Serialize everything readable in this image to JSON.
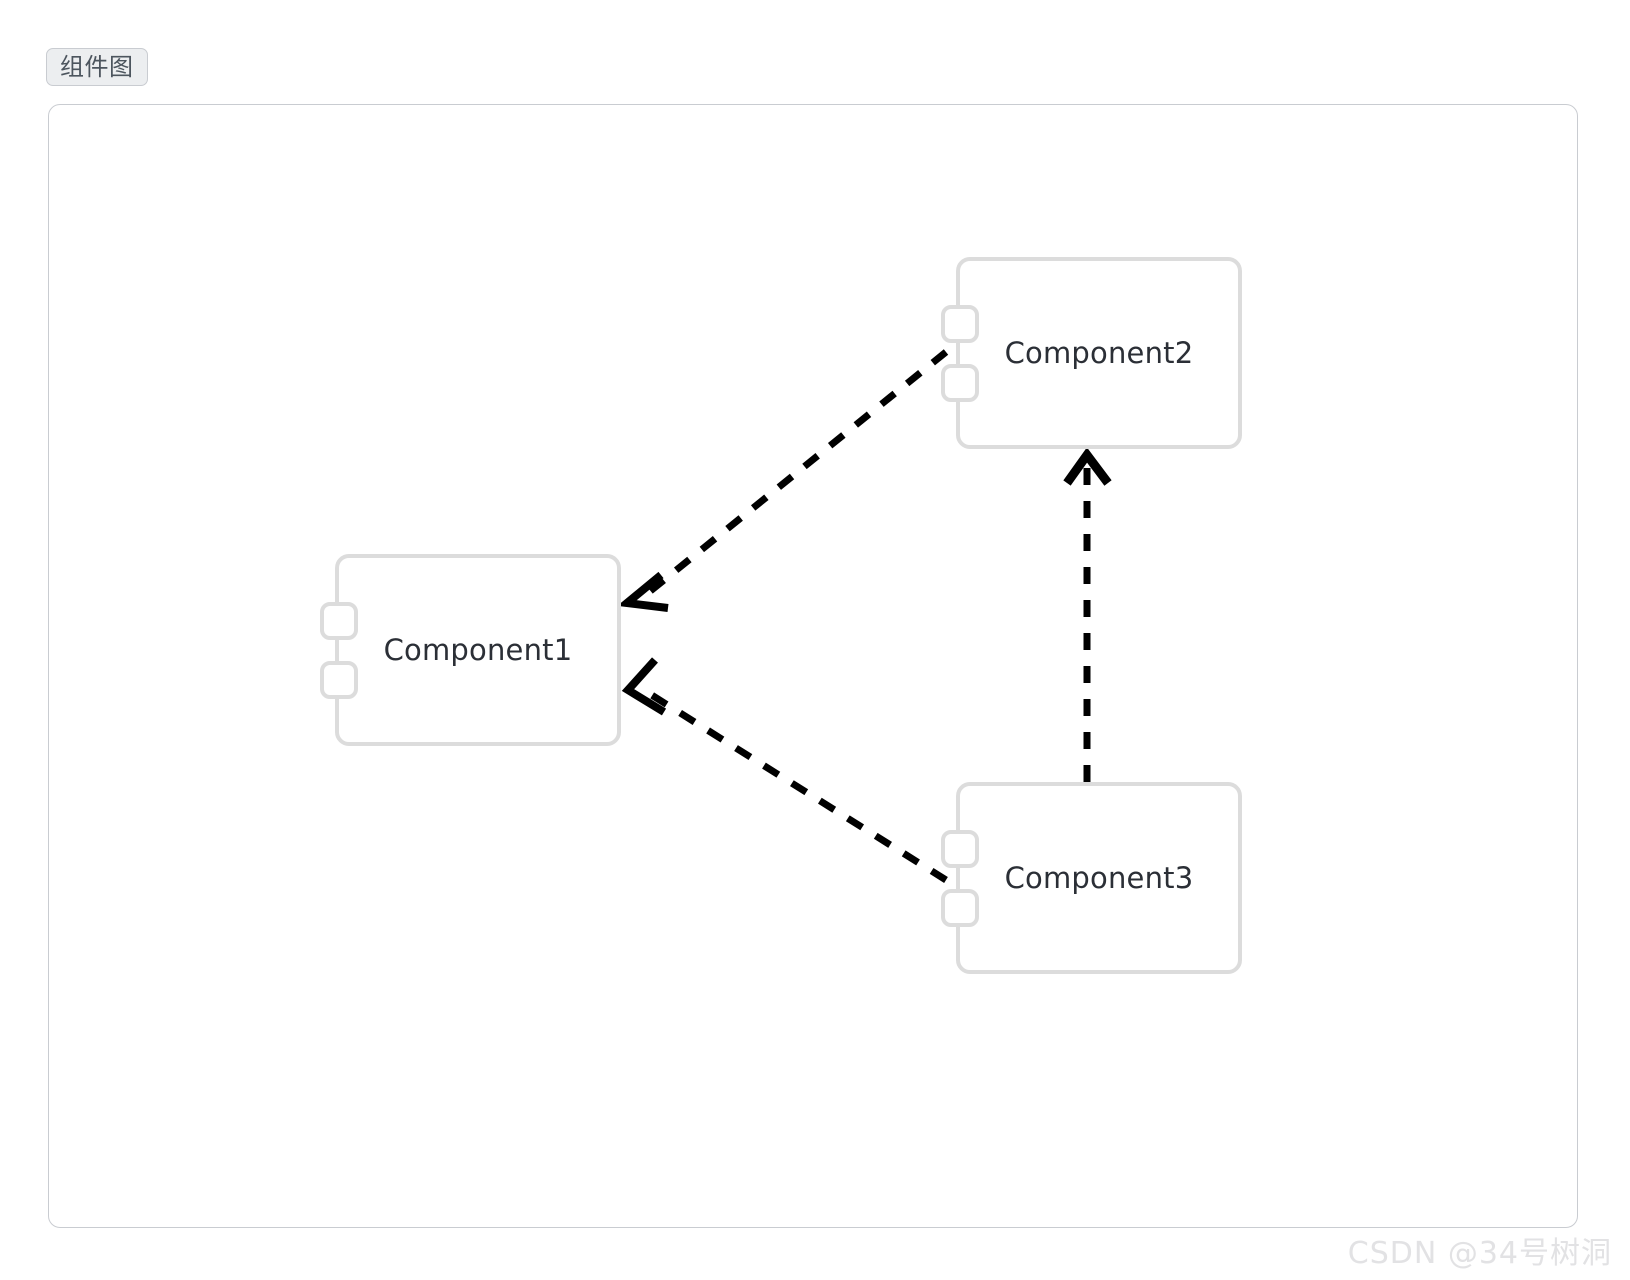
{
  "tab": {
    "label": "组件图",
    "bg_color": "#eceef0",
    "border_color": "#c9ccd1",
    "text_color": "#4c555e"
  },
  "canvas": {
    "border_color": "#c9ccd1",
    "background": "#ffffff"
  },
  "diagram": {
    "type": "uml-component-diagram",
    "node_border_color": "#dcdcdc",
    "node_label_color": "#2b2f36",
    "edge_color": "#000000",
    "edge_style": "dashed",
    "nodes": [
      {
        "id": "Component1",
        "label": "Component1",
        "ports": 2
      },
      {
        "id": "Component2",
        "label": "Component2",
        "ports": 2
      },
      {
        "id": "Component3",
        "label": "Component3",
        "ports": 2
      }
    ],
    "edges": [
      {
        "from": "Component2",
        "to": "Component1",
        "style": "dashed",
        "arrow": "open"
      },
      {
        "from": "Component3",
        "to": "Component1",
        "style": "dashed",
        "arrow": "open"
      },
      {
        "from": "Component3",
        "to": "Component2",
        "style": "dashed",
        "arrow": "open"
      }
    ]
  },
  "watermark": {
    "text": "CSDN @34号树洞"
  }
}
